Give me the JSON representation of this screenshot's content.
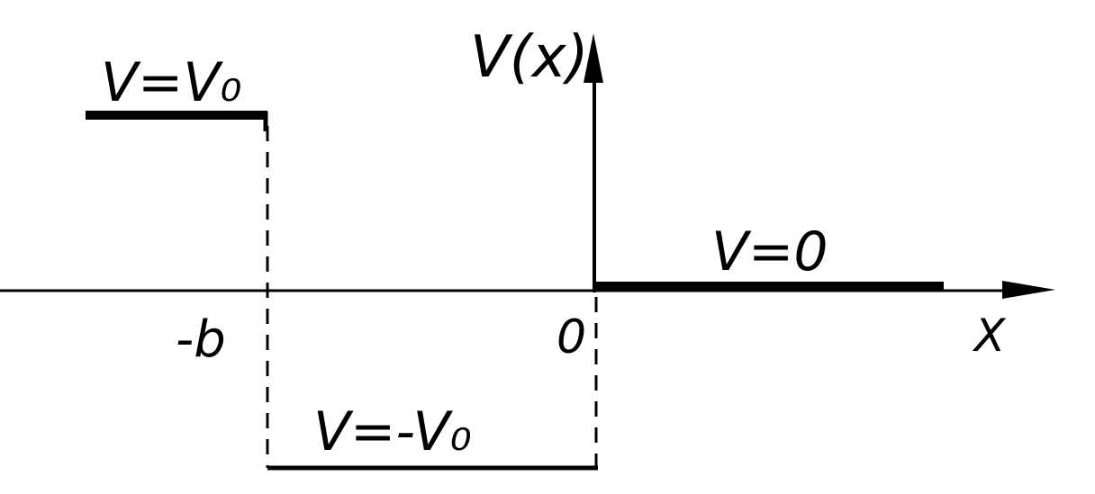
{
  "diagram": {
    "axis_y_label": "V(x)",
    "axis_x_label": "X",
    "tick_minus_b": "-b",
    "tick_zero": "0",
    "region_left_label": "V=V₀",
    "region_middle_label": "V=-V₀",
    "region_right_label": "V=0"
  },
  "colors": {
    "ink": "#000000",
    "background": "#ffffff"
  }
}
